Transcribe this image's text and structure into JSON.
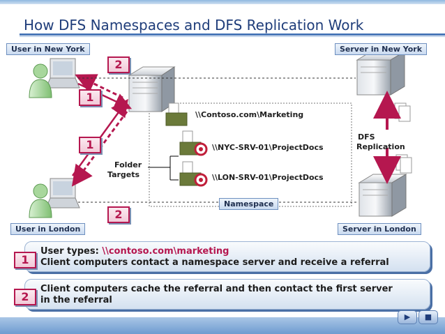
{
  "title": "How DFS Namespaces and DFS Replication Work",
  "labels": {
    "user_ny": "User in New York",
    "server_ny": "Server in New York",
    "user_london": "User in London",
    "server_london": "Server in London",
    "namespace": "Namespace",
    "namespace_path": "\\\\Contoso.com\\Marketing",
    "target_nyc": "\\\\NYC-SRV-01\\ProjectDocs",
    "target_lon": "\\\\LON-SRV-01\\ProjectDocs",
    "folder_targets_1": "Folder",
    "folder_targets_2": "Targets",
    "dfs_repl_1": "DFS",
    "dfs_repl_2": "Replication"
  },
  "badges": {
    "b1a": "1",
    "b1b": "1",
    "b2a": "2",
    "b2b": "2"
  },
  "steps": [
    {
      "number": "1",
      "prefix": "User types: ",
      "accent": "\\\\contoso.com\\marketing",
      "line2": "Client computers contact a namespace server and receive a referral"
    },
    {
      "number": "2",
      "line1": "Client computers cache the referral and then contact the first server",
      "line2": "in the referral"
    }
  ],
  "nav": {
    "forward": "▶",
    "stop": "■"
  },
  "colors": {
    "accent": "#b5174f",
    "title": "#1f3d7a",
    "panel_border": "#9cb4d4"
  }
}
